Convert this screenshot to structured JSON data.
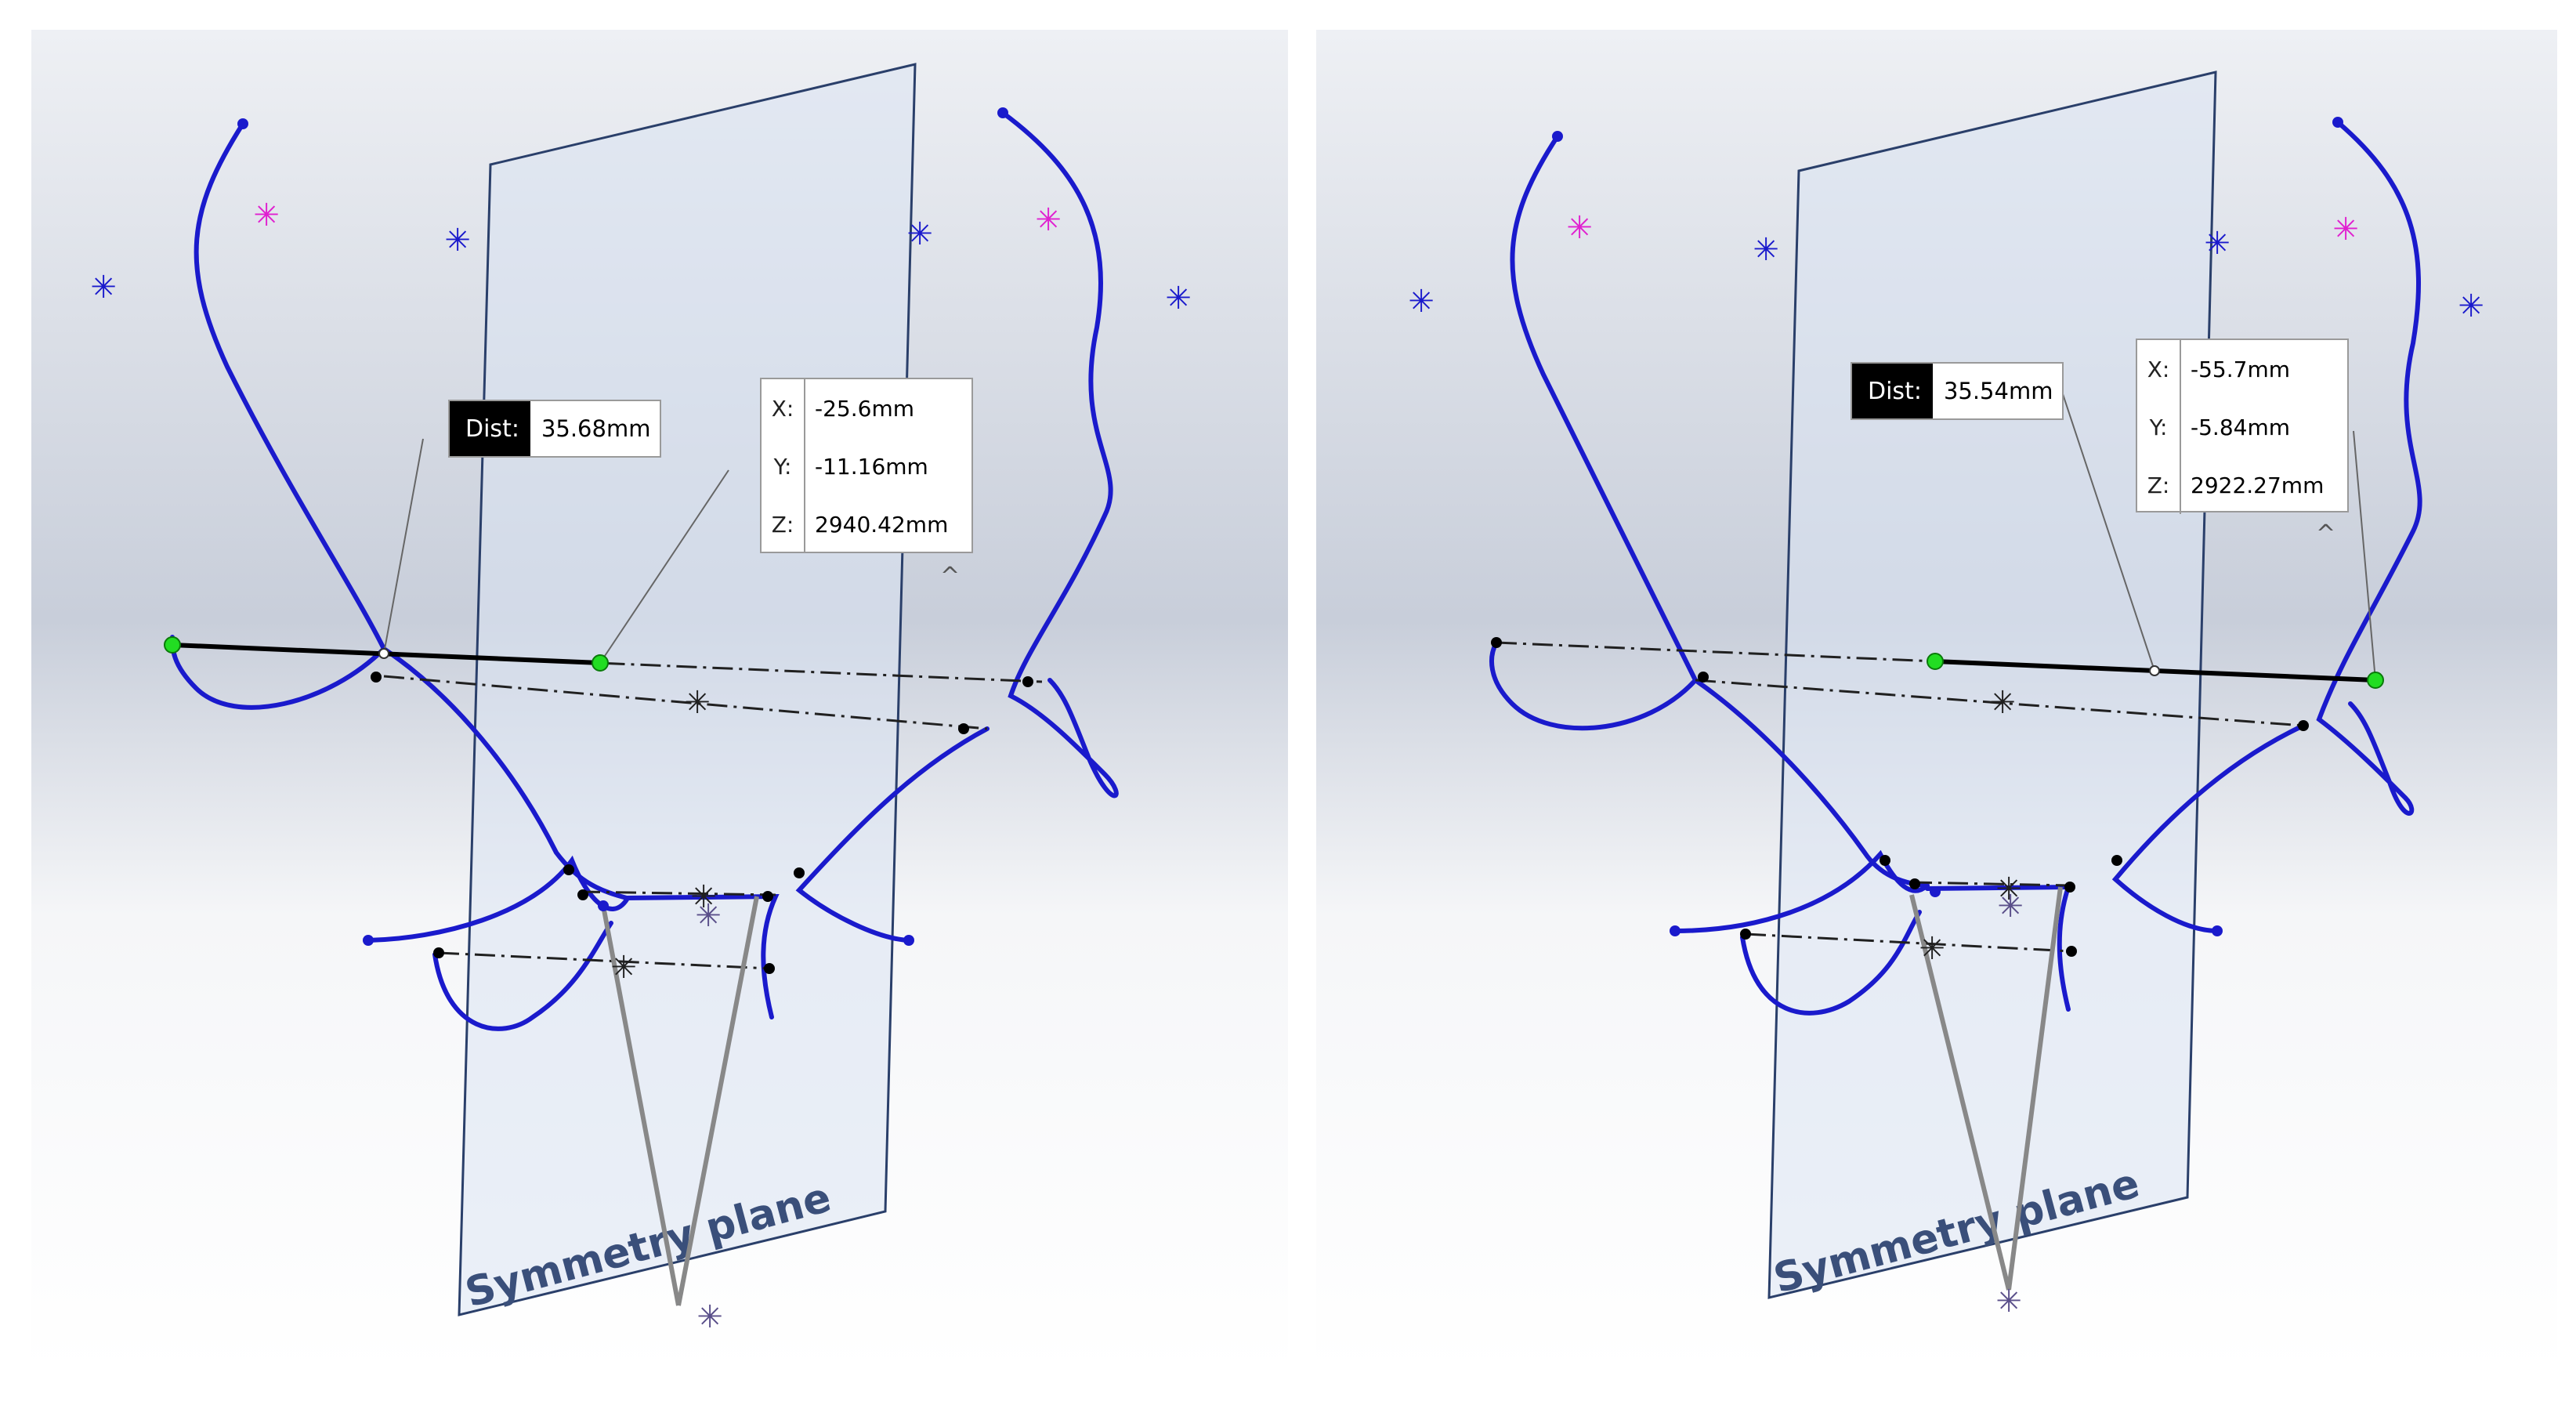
{
  "panels": [
    {
      "plane_label": "Symmetry plane",
      "dist": {
        "label": "Dist:",
        "value": "35.68mm"
      },
      "coords": [
        {
          "axis": "X:",
          "value": "-25.6mm"
        },
        {
          "axis": "Y:",
          "value": "-11.16mm"
        },
        {
          "axis": "Z:",
          "value": "2940.42mm"
        }
      ],
      "collapse_glyph": "^"
    },
    {
      "plane_label": "Symmetry plane",
      "dist": {
        "label": "Dist:",
        "value": "35.54mm"
      },
      "coords": [
        {
          "axis": "X:",
          "value": "-55.7mm"
        },
        {
          "axis": "Y:",
          "value": "-5.84mm"
        },
        {
          "axis": "Z:",
          "value": "2922.27mm"
        }
      ],
      "collapse_glyph": "^"
    }
  ],
  "colors": {
    "curve": "#1a1acc",
    "plane_edge": "#2a3f6a",
    "plane_fill": "#dbe4f2",
    "star_blue": "#1a1acc",
    "star_magenta": "#e020d0",
    "star_gray": "#5a4f8a",
    "green_point": "#22dd22",
    "construction_line": "#202020",
    "strut": "#888888",
    "leader": "#666666"
  }
}
